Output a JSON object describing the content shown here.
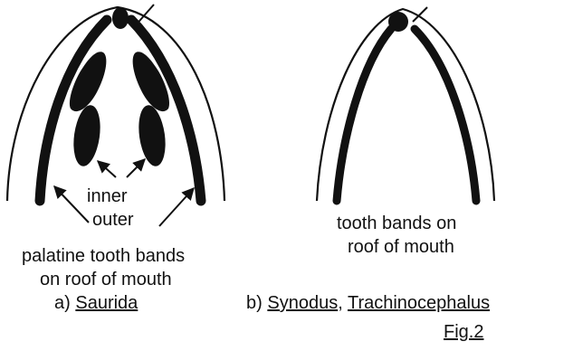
{
  "figure_id": "Fig.2",
  "panel_a": {
    "letter": "a)",
    "taxon": "Saurida",
    "label_inner": "inner",
    "label_outer": "outer",
    "caption_line1": "palatine tooth bands",
    "caption_line2": "on roof of mouth"
  },
  "panel_b": {
    "letter": "b)",
    "taxon1": "Synodus",
    "separator": ",",
    "taxon2": "Trachinocephalus",
    "caption_line1": "tooth bands on",
    "caption_line2": "roof of mouth"
  },
  "colors": {
    "ink": "#111111",
    "paper": "#ffffff"
  }
}
